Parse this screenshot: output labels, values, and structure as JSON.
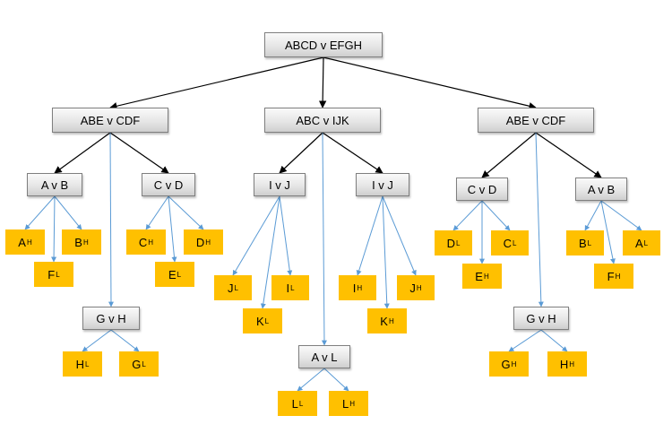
{
  "nodes": {
    "root": {
      "label": "ABCD v EFGH"
    },
    "abe1": {
      "label": "ABE v CDF"
    },
    "abc": {
      "label": "ABC v IJK"
    },
    "abe2": {
      "label": "ABE v CDF"
    },
    "avb1": {
      "label": "A v B"
    },
    "cvd1": {
      "label": "C v D"
    },
    "ivj1": {
      "label": "I v J"
    },
    "ivj2": {
      "label": "I v J"
    },
    "cvd2": {
      "label": "C v D"
    },
    "avb2": {
      "label": "A v B"
    },
    "gvh1": {
      "label": "G v H"
    },
    "avl": {
      "label": "A v L"
    },
    "gvh2": {
      "label": "G v H"
    },
    "ah": {
      "letter": "A",
      "sub": "H"
    },
    "fl": {
      "letter": "F",
      "sub": "L"
    },
    "bh": {
      "letter": "B",
      "sub": "H"
    },
    "ch": {
      "letter": "C",
      "sub": "H"
    },
    "el": {
      "letter": "E",
      "sub": "L"
    },
    "dh": {
      "letter": "D",
      "sub": "H"
    },
    "jl": {
      "letter": "J",
      "sub": "L"
    },
    "kl": {
      "letter": "K",
      "sub": "L"
    },
    "il": {
      "letter": "I",
      "sub": "L"
    },
    "ih": {
      "letter": "I",
      "sub": "H"
    },
    "kh": {
      "letter": "K",
      "sub": "H"
    },
    "jh": {
      "letter": "J",
      "sub": "H"
    },
    "dl": {
      "letter": "D",
      "sub": "L"
    },
    "eh": {
      "letter": "E",
      "sub": "H"
    },
    "cl": {
      "letter": "C",
      "sub": "L"
    },
    "bl": {
      "letter": "B",
      "sub": "L"
    },
    "fh": {
      "letter": "F",
      "sub": "H"
    },
    "al": {
      "letter": "A",
      "sub": "L"
    },
    "hl": {
      "letter": "H",
      "sub": "L"
    },
    "gl": {
      "letter": "G",
      "sub": "L"
    },
    "ll": {
      "letter": "L",
      "sub": "L"
    },
    "lh": {
      "letter": "L",
      "sub": "H"
    },
    "gh": {
      "letter": "G",
      "sub": "H"
    },
    "hh": {
      "letter": "H",
      "sub": "H"
    }
  },
  "colors": {
    "decision_fill": "#d9d9d9",
    "leaf_fill": "#ffc000",
    "primary_edge": "#000000",
    "secondary_edge": "#5b9bd5"
  }
}
